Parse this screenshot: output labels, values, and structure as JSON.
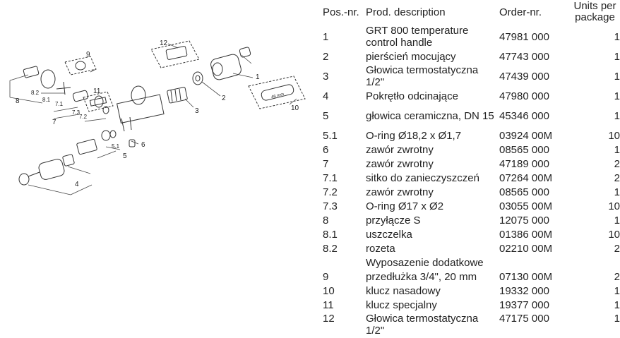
{
  "table": {
    "headers": {
      "pos": "Pos.-nr.",
      "desc": "Prod. description",
      "order": "Order-nr.",
      "units": "Units per package"
    },
    "rows": [
      {
        "pos": "1",
        "desc": "GRT 800 temperature control handle",
        "order": "47981 000",
        "units": "1"
      },
      {
        "pos": "2",
        "desc": "pierścień mocujący",
        "order": "47743 000",
        "units": "1"
      },
      {
        "pos": "3",
        "desc": "Głowica termostatyczna 1/2\"",
        "order": "47439 000",
        "units": "1"
      },
      {
        "pos": "4",
        "desc": "Pokrętło odcinające",
        "order": "47980 000",
        "units": "1"
      },
      {
        "pos": "5",
        "desc": "głowica ceramiczna, DN 15",
        "order": "45346 000",
        "units": "1"
      },
      {
        "pos": "5.1",
        "desc": "O-ring Ø18,2 x Ø1,7",
        "order": "03924 00M",
        "units": "10"
      },
      {
        "pos": "6",
        "desc": "zawór zwrotny",
        "order": "08565 000",
        "units": "1"
      },
      {
        "pos": "7",
        "desc": "zawór zwrotny",
        "order": "47189 000",
        "units": "2"
      },
      {
        "pos": "7.1",
        "desc": "sitko do zanieczyszczeń",
        "order": "07264 00M",
        "units": "2"
      },
      {
        "pos": "7.2",
        "desc": "zawór zwrotny",
        "order": "08565 000",
        "units": "1"
      },
      {
        "pos": "7.3",
        "desc": "O-ring Ø17 x Ø2",
        "order": "03055 00M",
        "units": "10"
      },
      {
        "pos": "8",
        "desc": "przyłącze S",
        "order": "12075 000",
        "units": "1"
      },
      {
        "pos": "8.1",
        "desc": "uszczelka",
        "order": "01386 00M",
        "units": "10"
      },
      {
        "pos": "8.2",
        "desc": "rozeta",
        "order": "02210 00M",
        "units": "2"
      }
    ],
    "section_heading": "Wyposazenie dodatkowe",
    "accessory_rows": [
      {
        "pos": "9",
        "desc": "przedłużka 3/4\", 20 mm",
        "order": "07130 00M",
        "units": "2"
      },
      {
        "pos": "10",
        "desc": "klucz nasadowy",
        "order": "19332 000",
        "units": "1"
      },
      {
        "pos": "11",
        "desc": "klucz specjalny",
        "order": "19377 000",
        "units": "1"
      },
      {
        "pos": "12",
        "desc": "Głowica termostatyczna 1/2\"",
        "order": "47175 000",
        "units": "1"
      }
    ]
  },
  "diagram": {
    "callouts": [
      "1",
      "2",
      "3",
      "4",
      "5",
      "5.1",
      "6",
      "7",
      "7.1",
      "7.2",
      "7.3",
      "8",
      "8.1",
      "8.2",
      "9",
      "10",
      "11",
      "12"
    ],
    "tool_label": "46 mm"
  }
}
